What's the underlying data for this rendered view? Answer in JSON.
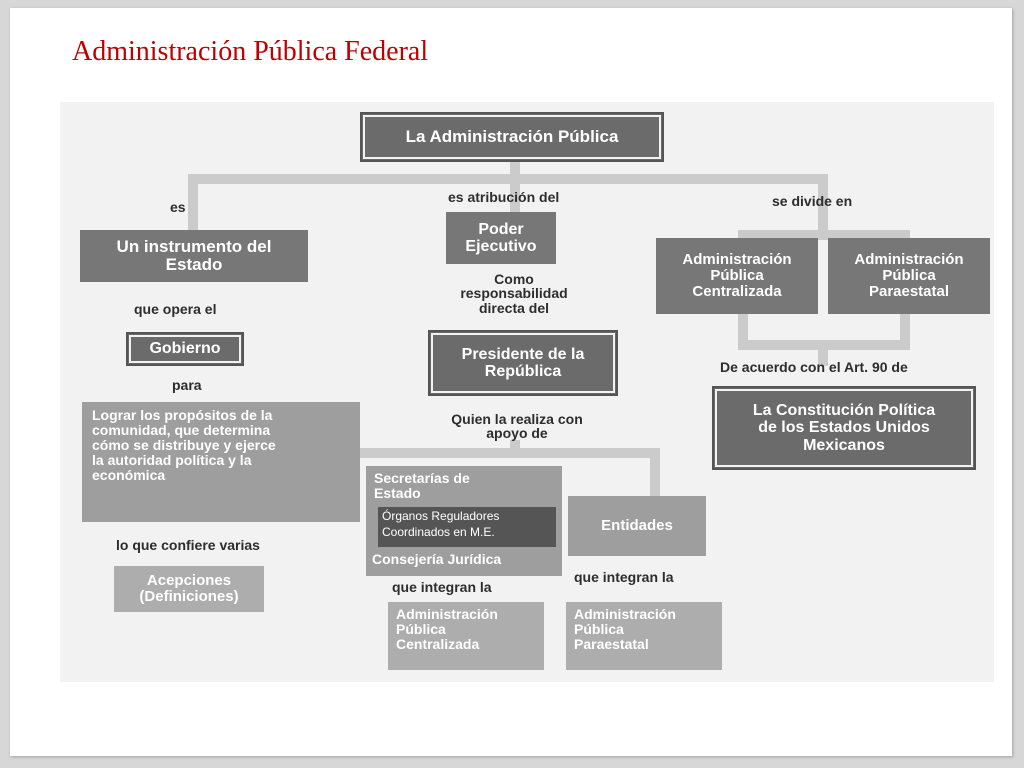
{
  "slide": {
    "title": "Administración Pública Federal"
  },
  "diagram": {
    "root": "La Administración Pública",
    "connectors": {
      "es": "es",
      "es_atribucion": "es atribución del",
      "se_divide": "se divide en",
      "que_opera": "que opera el",
      "para": "para",
      "lo_que_confiere": "lo que confiere varias",
      "como": "Como",
      "responsabilidad": "responsabilidad",
      "directa": "directa del",
      "quien_realiza": "Quien la realiza con",
      "apoyo": "apoyo de",
      "de_acuerdo": "De acuerdo con el Art. 90 de",
      "que_integran_1": "que integran la",
      "que_integran_2": "que integran la"
    },
    "left": {
      "instrumento": [
        "Un instrumento del",
        "Estado"
      ],
      "gobierno": "Gobierno",
      "propositos": [
        "Lograr los propósitos de la",
        "comunidad, que determina",
        "cómo se distribuye y ejerce",
        "la autoridad política y la",
        "económica"
      ],
      "acepciones": [
        "Acepciones",
        "(Definiciones)"
      ]
    },
    "center": {
      "poder": [
        "Poder",
        "Ejecutivo"
      ],
      "presidente": [
        "Presidente de la",
        "República"
      ],
      "secretarias": [
        "Secretarías de",
        "Estado"
      ],
      "organos": [
        "Órganos Reguladores",
        "Coordinados en M.E."
      ],
      "consejeria": "Consejería Jurídica",
      "entidades": "Entidades",
      "apc_bottom": [
        "Administración",
        "Pública",
        "Centralizada"
      ],
      "app_bottom": [
        "Administración",
        "Pública",
        "Paraestatal"
      ]
    },
    "right": {
      "apc": [
        "Administración",
        "Pública",
        "Centralizada"
      ],
      "app": [
        "Administración",
        "Pública",
        "Paraestatal"
      ],
      "constitucion": [
        "La Constitución Política",
        "de los Estados Unidos",
        "Mexicanos"
      ]
    }
  }
}
